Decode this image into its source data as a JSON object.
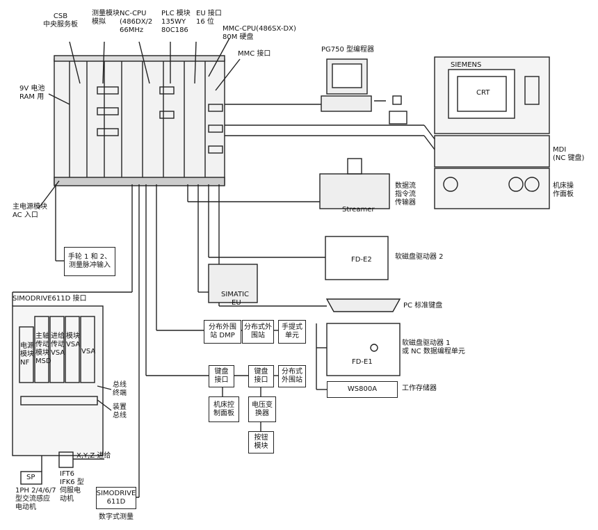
{
  "top_labels": {
    "csb": "CSB\n中央服务板",
    "measure": "测量模块\n模拟",
    "nccpu": "NC-CPU\n(486DX/2\n66MHz",
    "plc": "PLC 模块\n135WY\n80C186",
    "eu": "EU 接口\n16 位",
    "mmccpu": "MMC-CPU(486SX-DX)\n80M 硬盘",
    "mmc": "MMC 接口",
    "battery": "9V 电池\nRAM 用",
    "power": "主电源模块\nAC 入口"
  },
  "devices": {
    "pg750": "PG750 型编程器",
    "siemens": "SIEMENS",
    "crt": "CRT",
    "mdi": "MDI\n(NC 键盘)",
    "machine_panel": "机床操\n作面板",
    "streamer": "Streamer",
    "streamer_label": "数据流\n指令流\n传输器",
    "fde2": "FD-E2",
    "fde2_label": "软磁盘驱动器 2",
    "pc_keyboard": "PC 标准键盘",
    "fde1": "FD-E1",
    "fde1_label": "软磁盘驱动器 1\n或 NC 数据编程单元",
    "ws800a": "WS800A",
    "ws800a_label": "工作存储器",
    "handwheel": "手轮 1 和 2、\n测量脉冲输入",
    "simatic": "SIMATIC\n-EU",
    "dmp": "分布外围\n站 DMP",
    "dist1": "分布式外\n围站",
    "portable": "手提式\n单元",
    "kb1": "键盘\n接口",
    "kb2": "键盘\n接口",
    "dist2": "分布式\n外围站",
    "mcp": "机床控\n制面板",
    "voltage": "电压变\n换器",
    "button": "按钮\n模块"
  },
  "drive": {
    "title": "SIMODRIVE611D 接口",
    "nf": "电源\n模块\nNF",
    "msd": "主轴\n传动\n模块\nMSD",
    "vsa1": "进给\n传动\nVSA",
    "vsa2": "模块\nVSA",
    "vsa3": "VSA",
    "bus_term": "总线\n终端",
    "device_bus": "装置\n总线",
    "xyz": "X,Y,Z 进给",
    "sp": "SP",
    "iph": "1PH 2/4/6/7\n型交流感应\n电动机",
    "ift6": "IFT6\nIFK6 型\n伺服电\n动机",
    "simodrive611d": "SIMODRIVE\n611D",
    "digital": "数字式测量"
  }
}
